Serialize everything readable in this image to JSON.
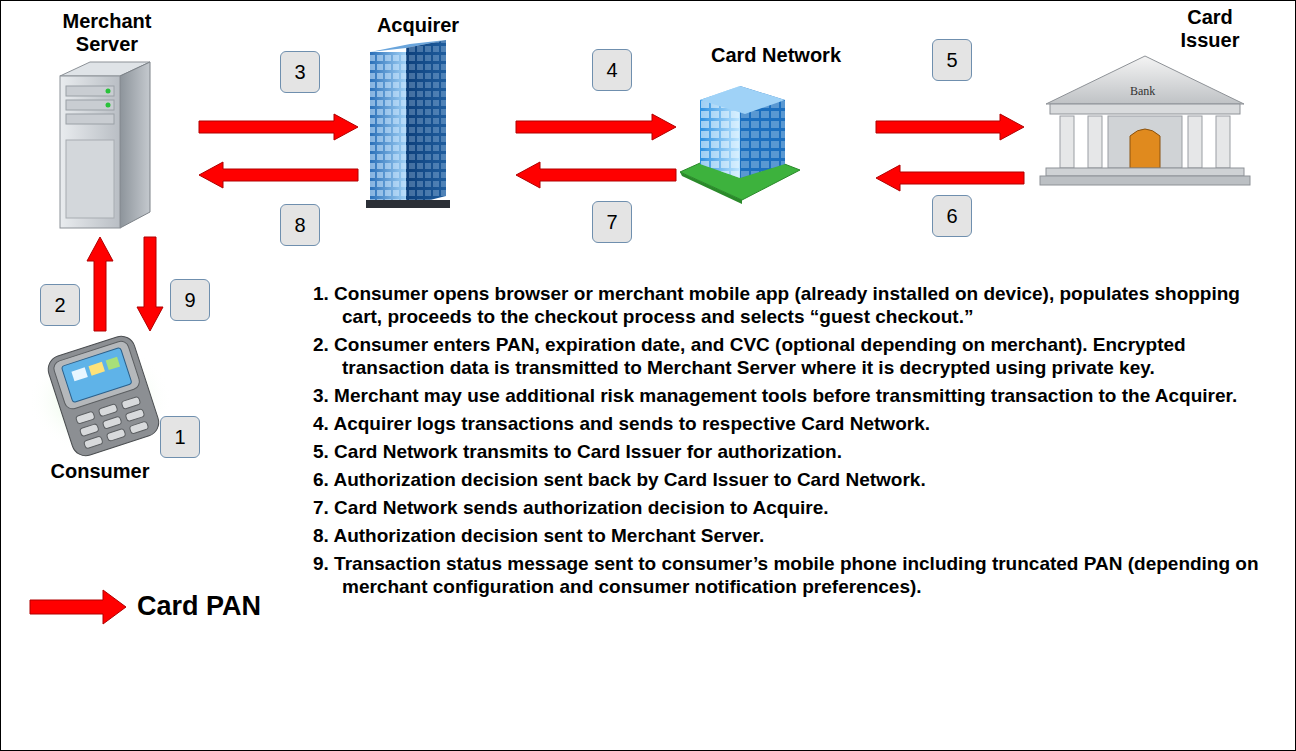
{
  "diagram": {
    "nodes": [
      {
        "text": [
          "Merchant Server"
        ]
      },
      {
        "text": [
          "Acquirer"
        ]
      },
      {
        "text": [
          "Card Network"
        ]
      },
      {
        "text": [
          "Card Issuer"
        ]
      },
      {
        "text": [
          "Consumer"
        ]
      }
    ],
    "edges": [
      {
        "from": 0,
        "to": 1,
        "arrow": "to",
        "label": "3"
      },
      {
        "from": 1,
        "to": 2,
        "arrow": "to",
        "label": "4"
      },
      {
        "from": 2,
        "to": 3,
        "arrow": "to",
        "label": "5"
      },
      {
        "from": 3,
        "to": 2,
        "arrow": "to",
        "label": "6"
      },
      {
        "from": 2,
        "to": 1,
        "arrow": "to",
        "label": "7"
      },
      {
        "from": 1,
        "to": 0,
        "arrow": "to",
        "label": "8"
      },
      {
        "from": 4,
        "to": 0,
        "arrow": "to",
        "label": "2"
      },
      {
        "from": 0,
        "to": 4,
        "arrow": "to",
        "label": "9"
      }
    ],
    "labels": [
      "Bank",
      "1",
      "1. Consumer opens browser or merchant mobile app (already installed on device), populates shopping cart, proceeds to the checkout process and selects “guest checkout.”",
      "2. Consumer enters PAN, expiration date, and CVC (optional depending on merchant). Encrypted transaction data is transmitted to Merchant Server where it is decrypted using private key.",
      "3. Merchant may use additional risk management tools before transmitting transaction to the Acquirer.",
      "4. Acquirer logs transactions and sends to respective Card Network.",
      "5. Card Network transmits to Card Issuer for authorization.",
      "6. Authorization decision sent back by Card Issuer to Card Network.",
      "7. Card Network sends authorization decision to Acquire.",
      "8. Authorization decision sent to Merchant Server.",
      "9. Transaction status message sent to consumer’s mobile phone including truncated PAN (depending on merchant configuration and consumer notification preferences)."
    ],
    "legend": [
      {
        "text": "Card PAN"
      }
    ]
  }
}
